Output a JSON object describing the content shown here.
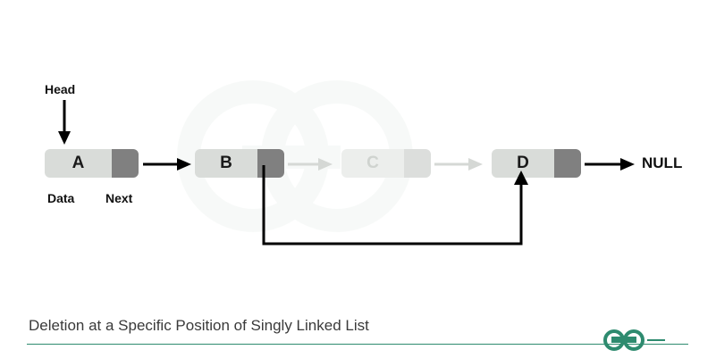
{
  "diagram": {
    "title": "Deletion at a Specific Position of Singly Linked List",
    "head_label": "Head",
    "data_label": "Data",
    "next_label": "Next",
    "null_label": "NULL",
    "nodes": [
      {
        "value": "A",
        "state": "active"
      },
      {
        "value": "B",
        "state": "active"
      },
      {
        "value": "C",
        "state": "deleted"
      },
      {
        "value": "D",
        "state": "active"
      }
    ],
    "colors": {
      "data_cell": "#d9dcd9",
      "next_cell": "#808080",
      "faded_data_cell": "#eceeec",
      "faded_next_cell": "#dcdedc",
      "arrow": "#000000",
      "faded_arrow": "#d5d8d5",
      "brand_green": "#2e8b6f",
      "caption_text": "#3a3a3a"
    }
  }
}
